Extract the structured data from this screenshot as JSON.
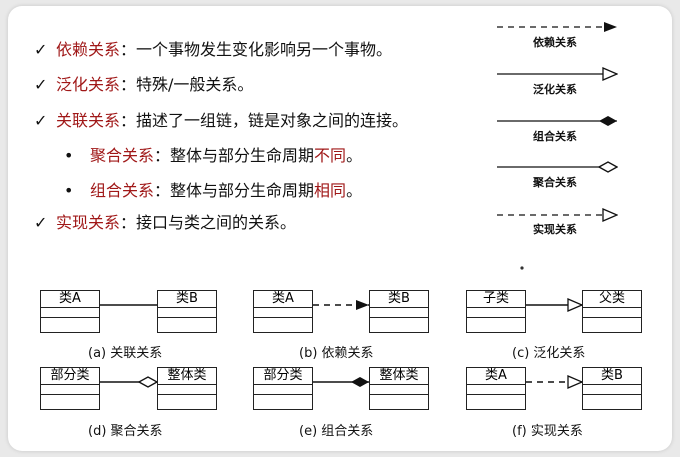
{
  "definitions": {
    "check_mark": "✓",
    "bullet_mark": "•",
    "dependency": {
      "term": "依赖关系",
      "sep": "：",
      "desc": "一个事物发生变化影响另一个事物。"
    },
    "generalization": {
      "term": "泛化关系",
      "sep": "：",
      "desc": "特殊/一般关系。"
    },
    "association": {
      "term": "关联关系",
      "sep": "：",
      "desc": "描述了一组链，链是对象之间的连接。"
    },
    "aggregation": {
      "term": "聚合关系",
      "sep": "：",
      "desc": "整体与部分生命周期",
      "emph": "不同",
      "end": "。"
    },
    "composition": {
      "term": "组合关系",
      "sep": "：",
      "desc": "整体与部分生命周期",
      "emph": "相同",
      "end": "。"
    },
    "realization": {
      "term": "实现关系",
      "sep": "：",
      "desc": "接口与类之间的关系。"
    }
  },
  "legend": {
    "dependency": "依赖关系",
    "generalization": "泛化关系",
    "composition": "组合关系",
    "aggregation": "聚合关系",
    "realization": "实现关系"
  },
  "examples": {
    "a": {
      "left": "类A",
      "right": "类B",
      "caption": "(a) 关联关系"
    },
    "b": {
      "left": "类A",
      "right": "类B",
      "caption": "(b) 依赖关系"
    },
    "c": {
      "left": "子类",
      "right": "父类",
      "caption": "(c) 泛化关系"
    },
    "d": {
      "left": "部分类",
      "right": "整体类",
      "caption": "(d) 聚合关系"
    },
    "e": {
      "left": "部分类",
      "right": "整体类",
      "caption": "(e) 组合关系"
    },
    "f": {
      "left": "类A",
      "right": "类B",
      "caption": "(f) 实现关系"
    }
  }
}
